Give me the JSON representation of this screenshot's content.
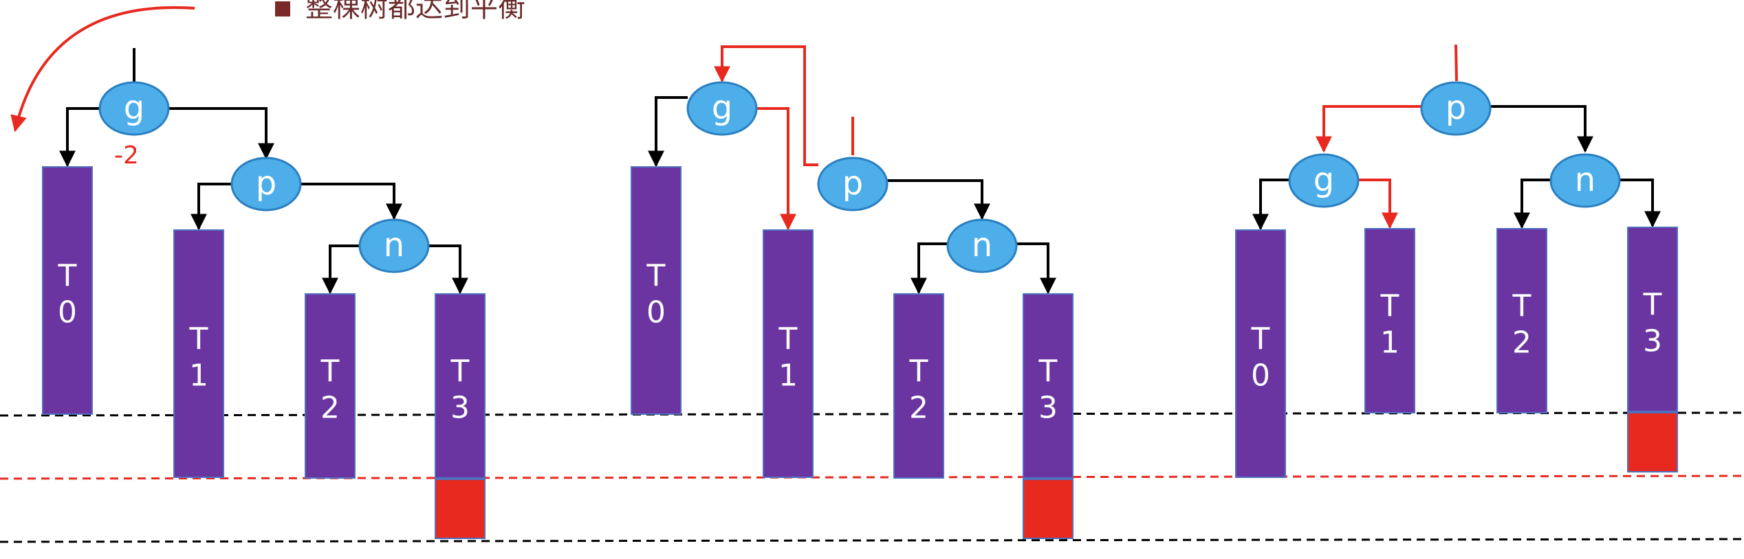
{
  "caption": "整棵树都达到平衡",
  "balance_factor": "-2",
  "colors": {
    "node_fill": "#4daee9",
    "node_stroke": "#2a7fc0",
    "subtree_fill": "#6a35a0",
    "subtree_stroke": "#5070c0",
    "red": "#e8291f",
    "black": "#000000"
  },
  "diagrams": [
    {
      "nodes": [
        {
          "label": "g"
        },
        {
          "label": "p"
        },
        {
          "label": "n"
        }
      ],
      "subtrees": [
        {
          "label": "T0"
        },
        {
          "label": "T1"
        },
        {
          "label": "T2"
        },
        {
          "label": "T3",
          "extra": true
        }
      ]
    },
    {
      "nodes": [
        {
          "label": "g"
        },
        {
          "label": "p"
        },
        {
          "label": "n"
        }
      ],
      "subtrees": [
        {
          "label": "T0"
        },
        {
          "label": "T1"
        },
        {
          "label": "T2"
        },
        {
          "label": "T3",
          "extra": true
        }
      ]
    },
    {
      "nodes": [
        {
          "label": "p"
        },
        {
          "label": "g"
        },
        {
          "label": "n"
        }
      ],
      "subtrees": [
        {
          "label": "T0"
        },
        {
          "label": "T1"
        },
        {
          "label": "T2"
        },
        {
          "label": "T3",
          "extra": true
        }
      ]
    }
  ]
}
